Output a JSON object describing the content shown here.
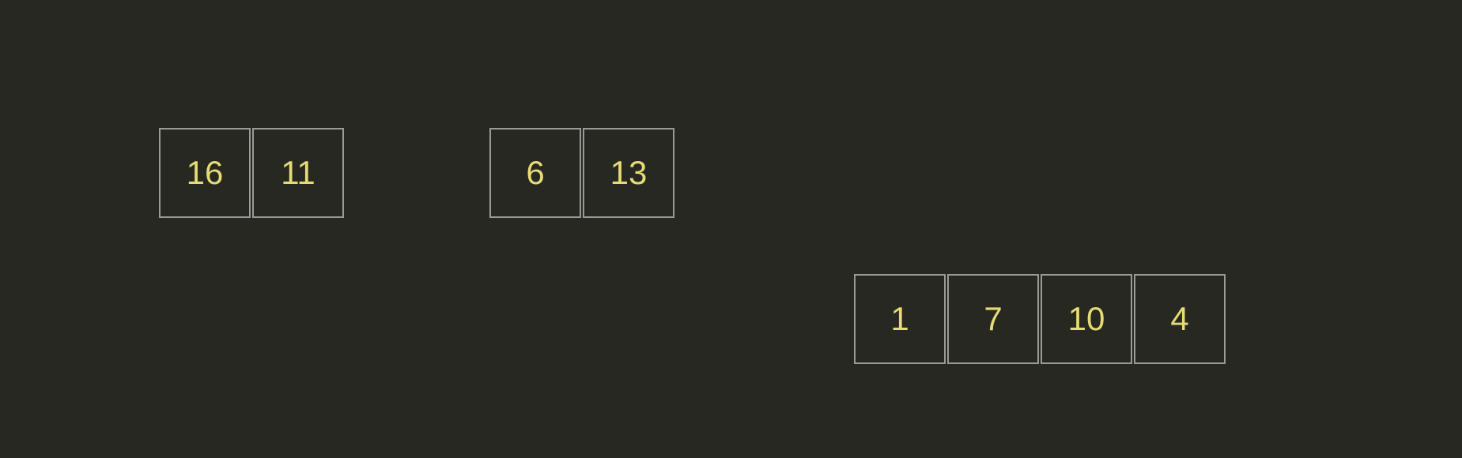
{
  "colors": {
    "background": "#272822",
    "cell_border": "#9a9a96",
    "cell_fill": "#272822",
    "cell_text": "#e6db74"
  },
  "arrays": [
    {
      "cells": [
        "16",
        "11"
      ]
    },
    {
      "cells": [
        "6",
        "13"
      ]
    },
    {
      "cells": [
        "1",
        "7",
        "10",
        "4"
      ]
    }
  ]
}
